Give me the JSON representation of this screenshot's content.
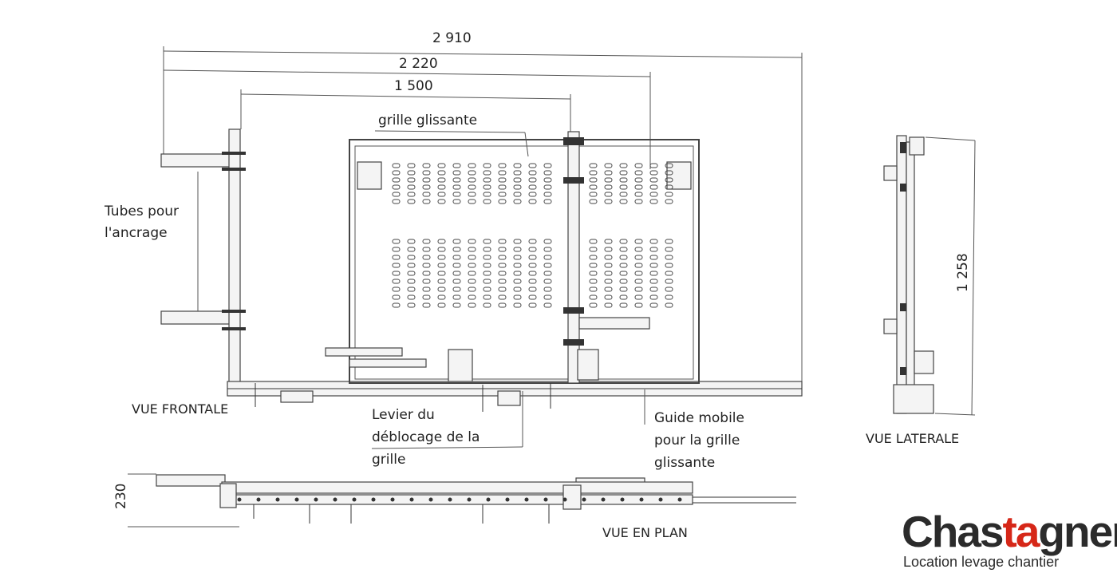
{
  "dimensions": {
    "overall_width": "2 910",
    "anchor_span": "2 220",
    "grid_width": "1 500",
    "height": "1 258",
    "depth": "230"
  },
  "labels": {
    "sliding_grid": "grille glissante",
    "anchor_tubes_line1": "Tubes pour",
    "anchor_tubes_line2": "l'ancrage",
    "lever_line1": "Levier du",
    "lever_line2": "déblocage de la",
    "lever_line3": "grille",
    "guide_line1": "Guide mobile",
    "guide_line2": "pour la grille",
    "guide_line3": "glissante"
  },
  "views": {
    "front": "VUE FRONTALE",
    "side": "VUE LATERALE",
    "plan": "VUE EN PLAN"
  },
  "logo": {
    "name_before": "Chas",
    "name_accent": "ta",
    "name_after": "gner",
    "tagline": "Location levage chantier",
    "accent_color": "#d62718",
    "text_color": "#2b2b2b"
  }
}
